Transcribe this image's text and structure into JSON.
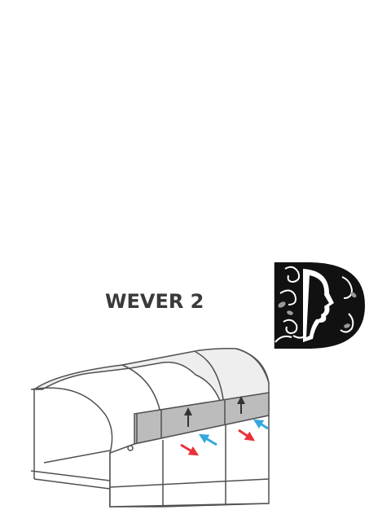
{
  "diagram": {
    "title": "WEVER 2",
    "logo_letter": "D",
    "colors": {
      "outline": "#505050",
      "roof_fill": "#eeeeee",
      "window_fill": "#bcbcbc",
      "arrow_dark": "#333333",
      "arrow_red": "#e8323c",
      "arrow_blue": "#35a8de",
      "title": "#3a3a3a"
    },
    "icons": [
      "monogram-d-logo",
      "up-arrow-icon",
      "red-diagonal-arrow-icon",
      "blue-diagonal-arrow-icon"
    ]
  }
}
